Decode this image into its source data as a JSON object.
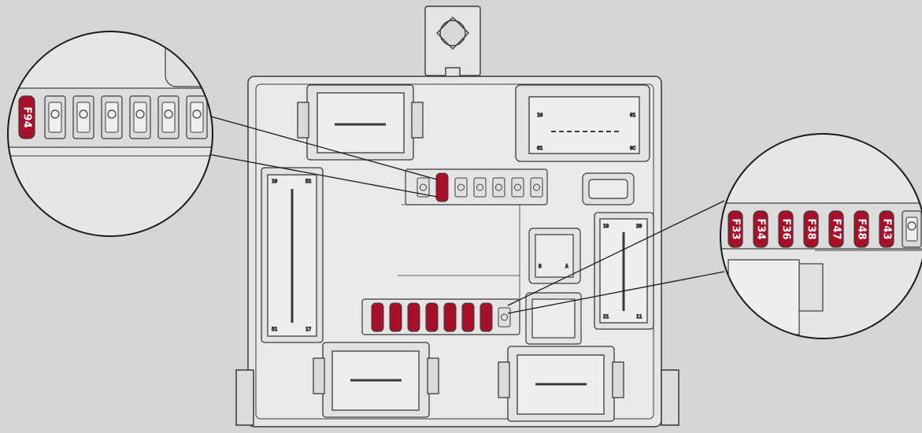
{
  "diagram": {
    "background": "#d5d5d5",
    "fuse_color": "#a8102a",
    "outline_color": "#3a3a3a",
    "zoom_left": {
      "fuses": [
        {
          "label": "F94",
          "highlighted": true
        },
        {
          "label": "",
          "highlighted": false
        },
        {
          "label": "",
          "highlighted": false
        },
        {
          "label": "",
          "highlighted": false
        },
        {
          "label": "",
          "highlighted": false
        },
        {
          "label": "",
          "highlighted": false
        },
        {
          "label": "",
          "highlighted": false
        }
      ]
    },
    "zoom_right": {
      "fuses": [
        {
          "label": "F33",
          "highlighted": true
        },
        {
          "label": "F34",
          "highlighted": true
        },
        {
          "label": "F36",
          "highlighted": true
        },
        {
          "label": "F38",
          "highlighted": true
        },
        {
          "label": "F47",
          "highlighted": true
        },
        {
          "label": "F48",
          "highlighted": true
        },
        {
          "label": "F43",
          "highlighted": true
        },
        {
          "label": "",
          "highlighted": false
        }
      ]
    },
    "connector_pin_labels": {
      "left": [
        "19",
        "52",
        "51",
        "17"
      ],
      "right_top": [
        "10",
        "20",
        "21",
        "11"
      ],
      "small_connector": [
        "B",
        "A"
      ],
      "top_right": [
        "10",
        "01",
        "61",
        "0C"
      ]
    }
  }
}
